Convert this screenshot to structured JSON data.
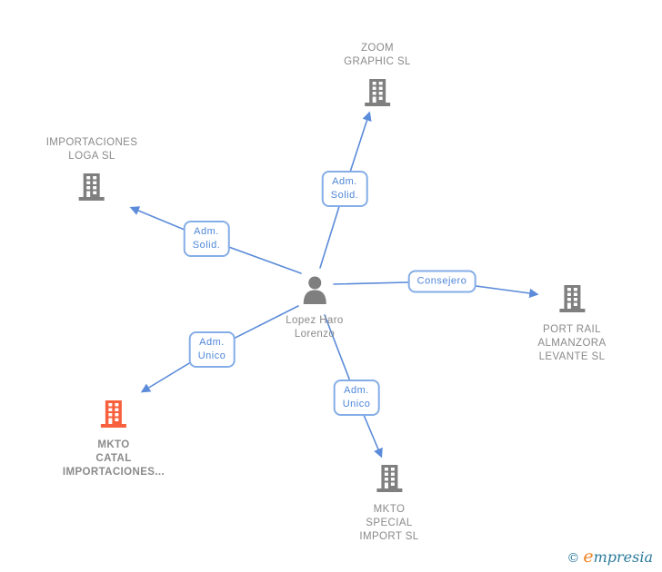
{
  "diagram_title": "",
  "person": {
    "name_line1": "Lopez Haro",
    "name_line2": "Lorenzo"
  },
  "nodes": {
    "zoom_graphic": {
      "lines": [
        "ZOOM",
        "GRAPHIC SL"
      ],
      "highlighted": false
    },
    "importaciones_loga": {
      "lines": [
        "IMPORTACIONES",
        "LOGA SL"
      ],
      "highlighted": false
    },
    "port_rail": {
      "lines": [
        "PORT RAIL",
        "ALMANZORA",
        "LEVANTE SL"
      ],
      "highlighted": false
    },
    "mkto_catal": {
      "lines": [
        "MKTO",
        "CATAL",
        "IMPORTACIONES..."
      ],
      "highlighted": true
    },
    "mkto_special": {
      "lines": [
        "MKTO",
        "SPECIAL",
        "IMPORT SL"
      ],
      "highlighted": false
    }
  },
  "edges": {
    "to_zoom_graphic": {
      "from": "Lopez Haro Lorenzo",
      "to": "ZOOM GRAPHIC SL",
      "label_line1": "Adm.",
      "label_line2": "Solid."
    },
    "to_importaciones_loga": {
      "from": "Lopez Haro Lorenzo",
      "to": "IMPORTACIONES LOGA SL",
      "label_line1": "Adm.",
      "label_line2": "Solid."
    },
    "to_port_rail": {
      "from": "Lopez Haro Lorenzo",
      "to": "PORT RAIL ALMANZORA LEVANTE SL",
      "label_line1": "Consejero",
      "label_line2": ""
    },
    "to_mkto_catal": {
      "from": "Lopez Haro Lorenzo",
      "to": "MKTO CATAL IMPORTACIONES...",
      "label_line1": "Adm.",
      "label_line2": "Unico"
    },
    "to_mkto_special": {
      "from": "Lopez Haro Lorenzo",
      "to": "MKTO SPECIAL IMPORT SL",
      "label_line1": "Adm.",
      "label_line2": "Unico"
    }
  },
  "logo": {
    "copyright": "©",
    "brand_first_letter": "e",
    "brand_rest": "mpresia"
  },
  "colors": {
    "edge_blue": "#5B8BD9",
    "label_border": "#85ADE8",
    "label_text": "#4D86D8",
    "node_text": "#8A8A8A",
    "icon_gray": "#7F7F7F",
    "icon_highlight": "#F8603D",
    "brand_teal": "#2A7A9B",
    "brand_orange": "#F08221"
  }
}
